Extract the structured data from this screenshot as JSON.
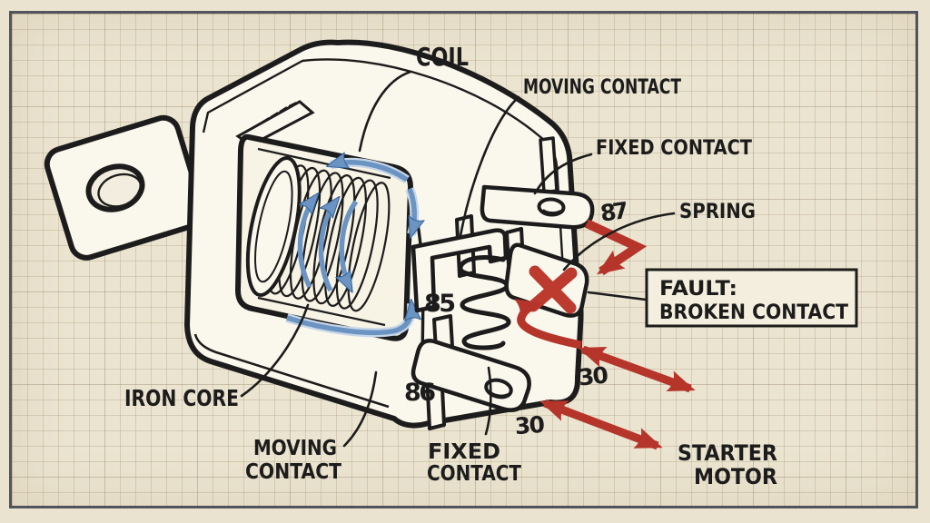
{
  "diagram_title": "relay cutaway fault diagram",
  "colors": {
    "paper": "#ebe4d0",
    "grid_line": "#d6cbb2",
    "frame": "#3c414f",
    "ink": "#1c1c1c",
    "fault_red": "#b5352b",
    "current_blue": "#6b94c3",
    "part_fill": "#faf7ec",
    "callout_fill": "#f3eedd"
  },
  "labels": {
    "coil": "COIL",
    "moving_contact_top": "MOVING CONTACT",
    "fixed_contact_top": "FIXED CONTACT",
    "spring": "SPRING",
    "iron_core": "IRON CORE",
    "moving_contact_bottom": {
      "line1": "MOVING",
      "line2": "CONTACT"
    },
    "fixed_contact_bottom": {
      "line1": "FIXED",
      "line2": "CONTACT"
    },
    "starter_motor": {
      "line1": "STARTER",
      "line2": "MOTOR"
    }
  },
  "pins": {
    "pin_87": "87",
    "pin_85": "85",
    "pin_86": "86",
    "pin_30_upper": "30",
    "pin_30_lower": "30"
  },
  "fault_callout": {
    "title": "FAULT:",
    "description": "BROKEN CONTACT"
  }
}
